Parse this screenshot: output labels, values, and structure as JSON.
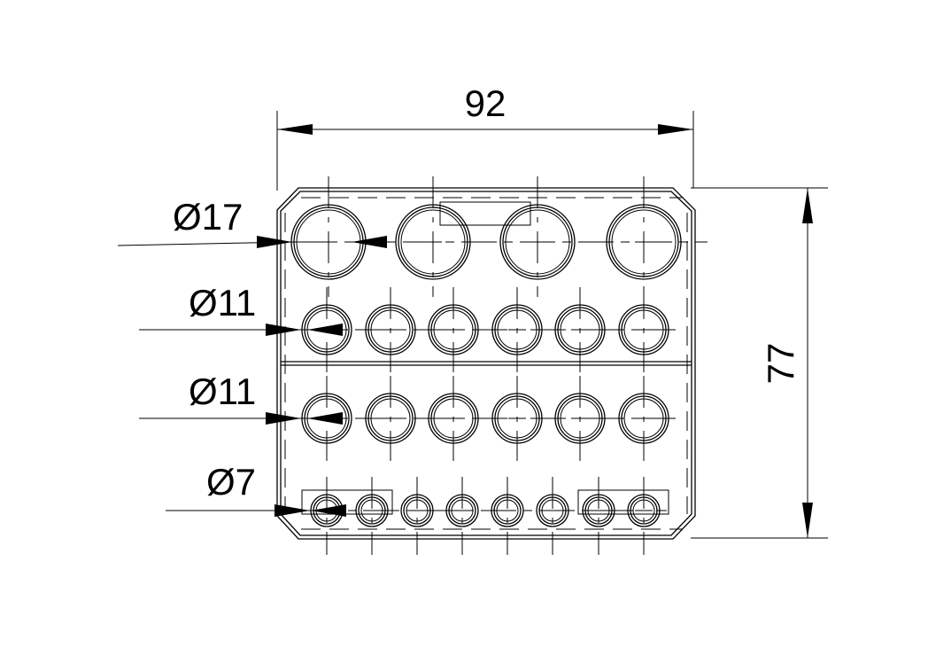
{
  "drawing": {
    "width_dimension": "92",
    "height_dimension": "77",
    "hole_rows": [
      {
        "label": "Ø17",
        "diameter_mm": 17,
        "count": 4
      },
      {
        "label": "Ø11",
        "diameter_mm": 11,
        "count": 6
      },
      {
        "label": "Ø11",
        "diameter_mm": 11,
        "count": 6
      },
      {
        "label": "Ø7",
        "diameter_mm": 7,
        "count": 8
      }
    ]
  }
}
